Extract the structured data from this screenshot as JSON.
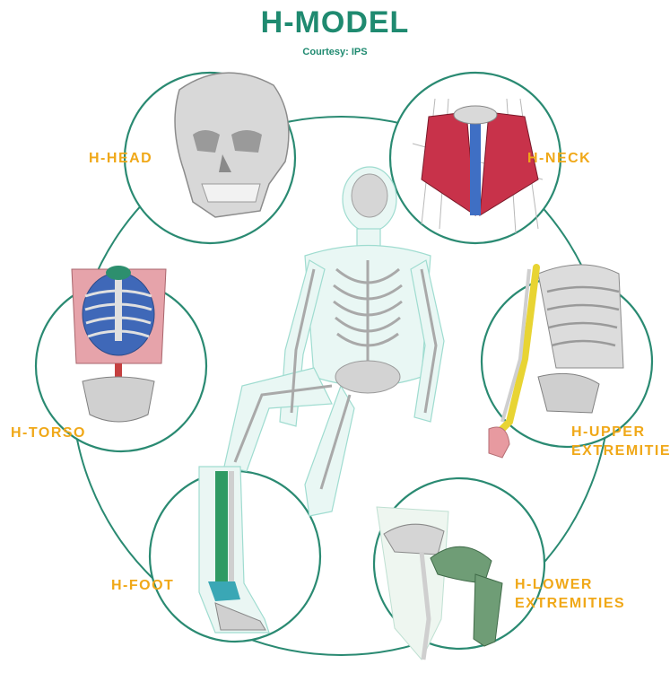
{
  "title": "H-MODEL",
  "courtesy": "Courtesy: IPS",
  "labels": {
    "head": "H-HEAD",
    "neck": "H-NECK",
    "torso": "H-TORSO",
    "upper_line1": "H-UPPER",
    "upper_line2": "EXTREMITIES",
    "foot": "H-FOOT",
    "lower_line1": "H-LOWER",
    "lower_line2": "EXTREMITIES"
  },
  "colors": {
    "title": "#1f8a70",
    "ring": "#2a8a72",
    "label": "#f0a818",
    "mesh": "#9fdcd0",
    "bone": "#cfcfcf"
  },
  "icons": [
    "skull-icon",
    "neck-muscle-icon",
    "torso-icon",
    "arm-skeleton-icon",
    "leg-icon",
    "foot-icon",
    "body-mesh-icon"
  ]
}
